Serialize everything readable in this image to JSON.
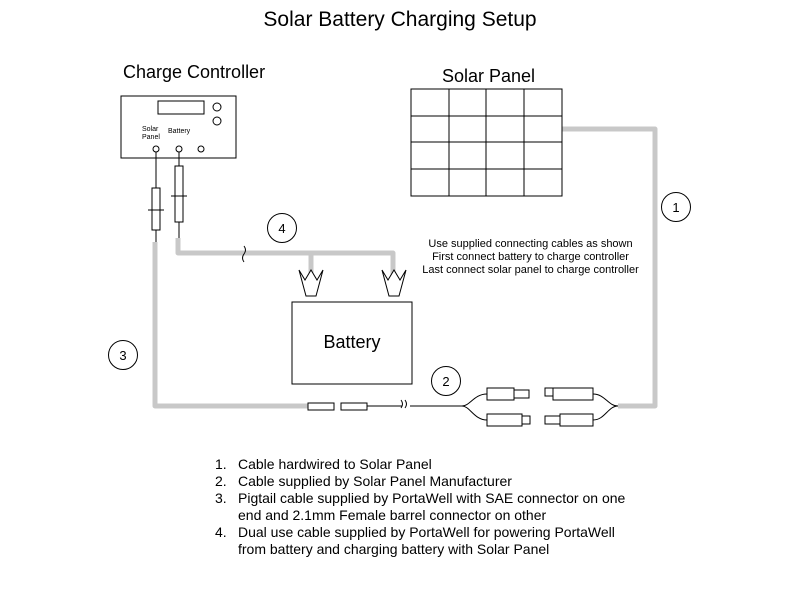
{
  "title": "Solar Battery Charging Setup",
  "labels": {
    "charge_controller": "Charge Controller",
    "solar_panel": "Solar Panel",
    "battery": "Battery",
    "cc_solar_panel": "Solar\nPanel",
    "cc_battery": "Battery"
  },
  "instructions": [
    "Use supplied connecting cables as shown",
    "First connect battery to charge controller",
    "Last connect solar panel to charge controller"
  ],
  "callouts": [
    "1",
    "2",
    "3",
    "4"
  ],
  "notes": [
    {
      "num": "1.",
      "text": "Cable hardwired to Solar Panel"
    },
    {
      "num": "2.",
      "text": "Cable supplied by Solar Panel Manufacturer"
    },
    {
      "num": "3.",
      "text": "Pigtail cable supplied by PortaWell with SAE connector on one end  and 2.1mm Female barrel connector on other"
    },
    {
      "num": "4.",
      "text": "Dual use cable supplied by PortaWell for powering PortaWell from battery and charging battery with Solar Panel"
    }
  ],
  "colors": {
    "cable": "#c8c8c8",
    "line": "#000000",
    "background": "#ffffff"
  }
}
